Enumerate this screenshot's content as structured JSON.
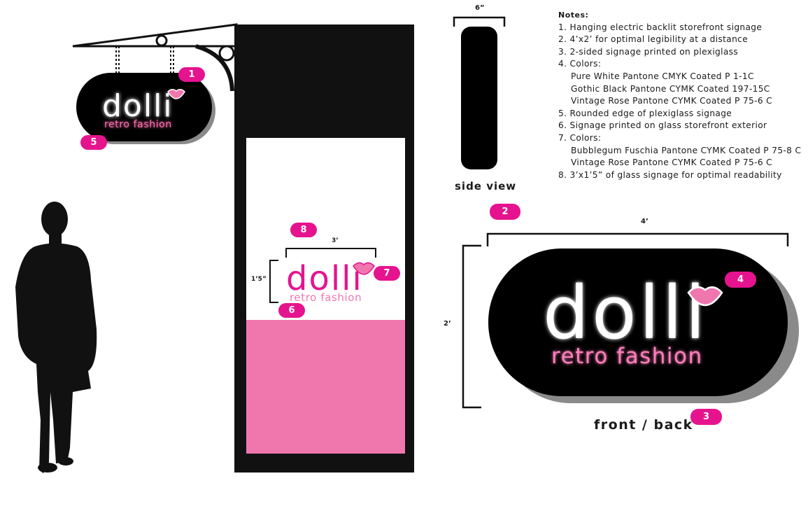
{
  "colors": {
    "black": "#000000",
    "fuchsia": "#e6138f",
    "rose": "#ef77ae",
    "glow_pink": "#ff9cc8",
    "shadow": "#8a8a8a",
    "white": "#ffffff"
  },
  "brand": {
    "name": "dolli",
    "tagline": "retro fashion"
  },
  "labels": {
    "side_view": "side view",
    "front_back": "front / back"
  },
  "dimensions": {
    "side_width": "6”",
    "sign_width": "4’",
    "sign_height": "2’",
    "glass_width": "3’",
    "glass_height": "1’5”"
  },
  "badges": [
    "1",
    "2",
    "3",
    "4",
    "5",
    "6",
    "7",
    "8"
  ],
  "notes": {
    "title": "Notes:",
    "items": [
      "1. Hanging electric backlit storefront signage",
      "2. 4’x2’ for optimal legibility at a distance",
      "3. 2-sided signage printed on plexiglass",
      "4. Colors:",
      "Pure White Pantone CMYK Coated  P 1-1C",
      "Gothic Black Pantone CYMK Coated 197-15C",
      "Vintage Rose Pantone CYMK Coated P 75-6 C",
      "5. Rounded edge of plexiglass signage",
      "6. Signage printed on glass storefront exterior",
      "7. Colors:",
      "Bubblegum Fuschia Pantone CYMK Coated P 75-8 C",
      "Vintage Rose Pantone CYMK Coated P 75-6 C",
      "8. 3’x1’5” of glass signage for optimal readability"
    ]
  }
}
